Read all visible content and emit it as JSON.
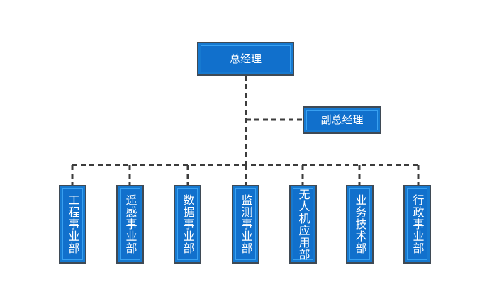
{
  "org_chart": {
    "root": {
      "label": "总经理"
    },
    "deputy": {
      "label": "副总经理"
    },
    "departments": [
      {
        "label": "工程事业部"
      },
      {
        "label": "遥感事业部"
      },
      {
        "label": "数据事业部"
      },
      {
        "label": "监测事业部"
      },
      {
        "label": "无人机应用部"
      },
      {
        "label": "业务技术部"
      },
      {
        "label": "行政事业部"
      }
    ]
  },
  "colors": {
    "node_fill": "#1170cc",
    "node_border": "#3f4a55",
    "node_inner_border": "#38a0f0",
    "text": "#ffffff",
    "connector": "#3c3c3c"
  }
}
